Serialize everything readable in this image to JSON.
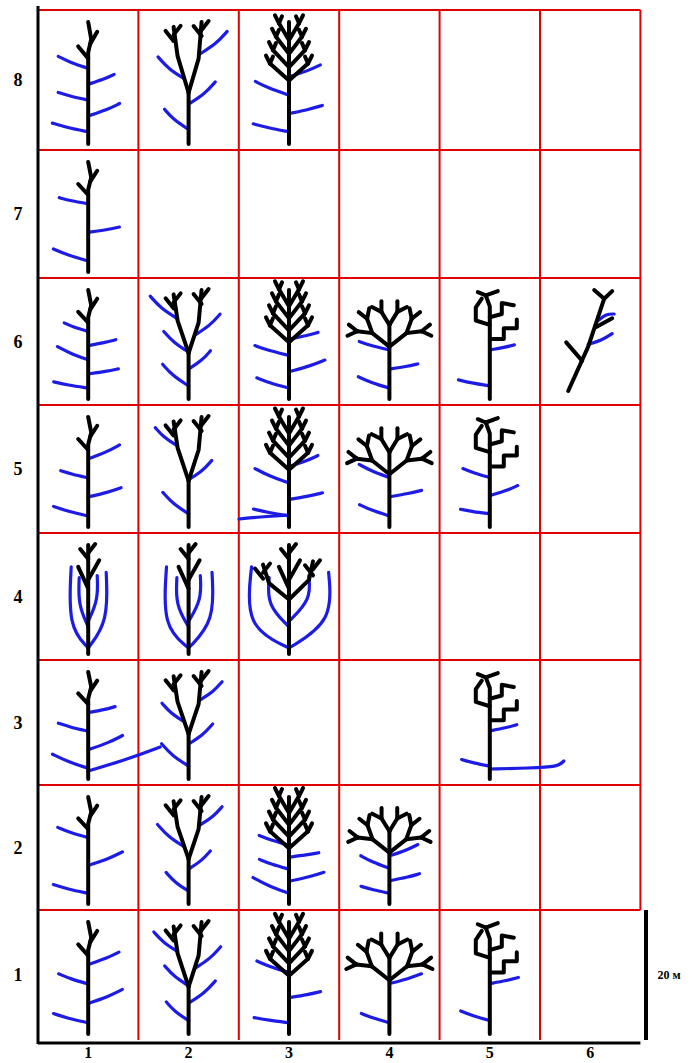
{
  "diagram": {
    "labels": [
      "8",
      "7",
      "6",
      "5",
      "4",
      "3",
      "2",
      "1",
      "20 м",
      "1",
      "2",
      "3",
      "4",
      "5",
      "6"
    ]
  }
}
